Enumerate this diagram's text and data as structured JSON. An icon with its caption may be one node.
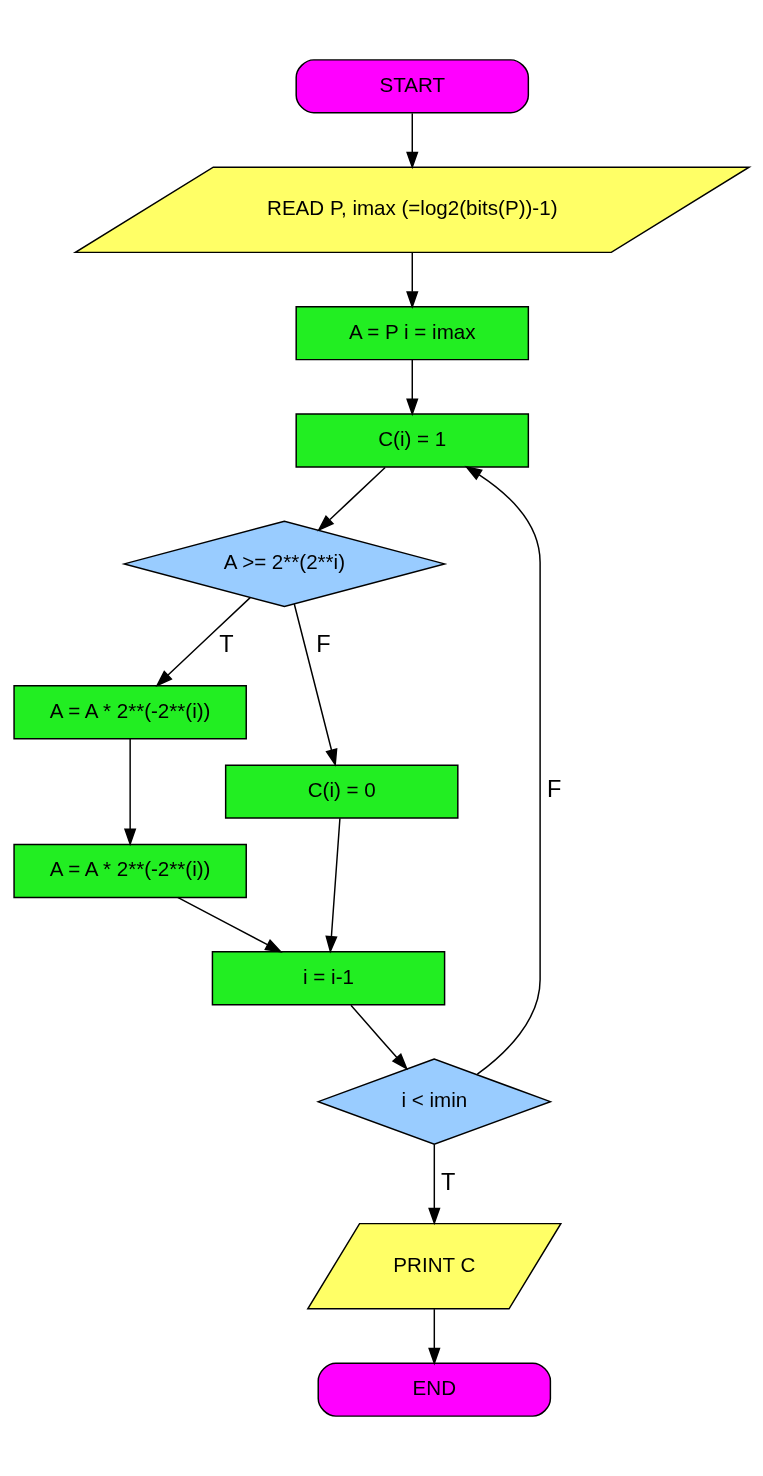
{
  "diagram": {
    "nodes": [
      {
        "text": [
          "START"
        ]
      },
      {
        "text": [
          "READ P, imax (=log2(bits(P))-1)"
        ]
      },
      {
        "text": [
          "A = P i = imax"
        ]
      },
      {
        "text": [
          "C(i) = 1"
        ]
      },
      {
        "text": [
          "A >= 2**(2**i)"
        ]
      },
      {
        "text": [
          "A = A * 2**(-2**(i))"
        ]
      },
      {
        "text": [
          "A = A * 2**(-2**(i))"
        ]
      },
      {
        "text": [
          "C(i) = 0"
        ]
      },
      {
        "text": [
          "i = i-1"
        ]
      },
      {
        "text": [
          "i < imin"
        ]
      },
      {
        "text": [
          "PRINT C"
        ]
      },
      {
        "text": [
          "END"
        ]
      }
    ],
    "edges": [
      {
        "from": 0,
        "to": 1,
        "arrow": "to"
      },
      {
        "from": 1,
        "to": 2,
        "arrow": "to"
      },
      {
        "from": 2,
        "to": 3,
        "arrow": "to"
      },
      {
        "from": 3,
        "to": 4,
        "arrow": "to"
      },
      {
        "from": 4,
        "to": 5,
        "arrow": "to",
        "label": "T"
      },
      {
        "from": 4,
        "to": 7,
        "arrow": "to",
        "label": "F"
      },
      {
        "from": 5,
        "to": 6,
        "arrow": "to"
      },
      {
        "from": 6,
        "to": 8,
        "arrow": "to"
      },
      {
        "from": 7,
        "to": 8,
        "arrow": "to"
      },
      {
        "from": 8,
        "to": 9,
        "arrow": "to"
      },
      {
        "from": 9,
        "to": 3,
        "arrow": "to",
        "label": "F"
      },
      {
        "from": 9,
        "to": 10,
        "arrow": "to",
        "label": "T"
      },
      {
        "from": 10,
        "to": 11,
        "arrow": "to"
      }
    ]
  }
}
